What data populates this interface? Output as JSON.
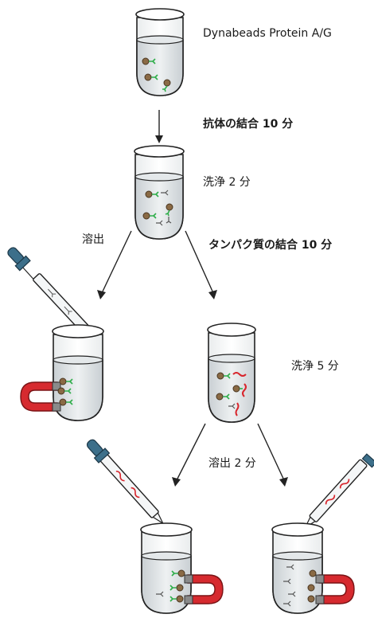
{
  "labels": {
    "reagent": "Dynabeads Protein A/G",
    "step1": "抗体の結合 10 分",
    "wash1": "洗浄 2 分",
    "elute1": "溶出",
    "step2": "タンパク質の結合 10 分",
    "wash2": "洗浄 5 分",
    "elute2": "溶出 2 分"
  },
  "colors": {
    "bead": "#8a6a45",
    "antibody": "#2fae4a",
    "protein": "#d8252c",
    "magnet_red": "#d62a2f",
    "magnet_gray": "#7a7a7a",
    "pipette_bulb": "#3c6f8a",
    "liquid": "#d7dcdf",
    "tube_outline": "#222222"
  }
}
